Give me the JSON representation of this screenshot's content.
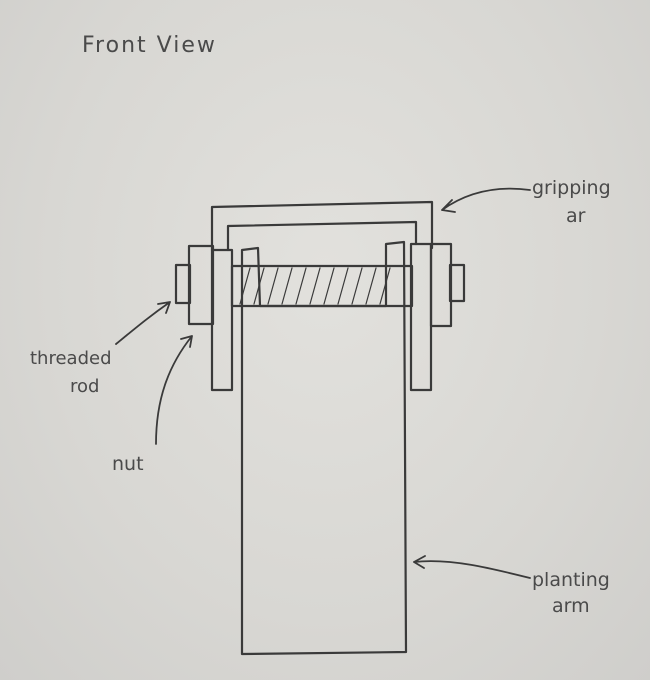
{
  "title": "Front View",
  "labels": {
    "gripping_arm_line1": "gripping",
    "gripping_arm_line2": "ar",
    "threaded_rod_line1": "threaded",
    "threaded_rod_line2": "rod",
    "nut": "nut",
    "planting_arm_line1": "planting",
    "planting_arm_line2": "arm"
  },
  "colors": {
    "paper": "#dcdbd7",
    "ink": "#3a3a3a",
    "text": "#4a4a4a"
  }
}
